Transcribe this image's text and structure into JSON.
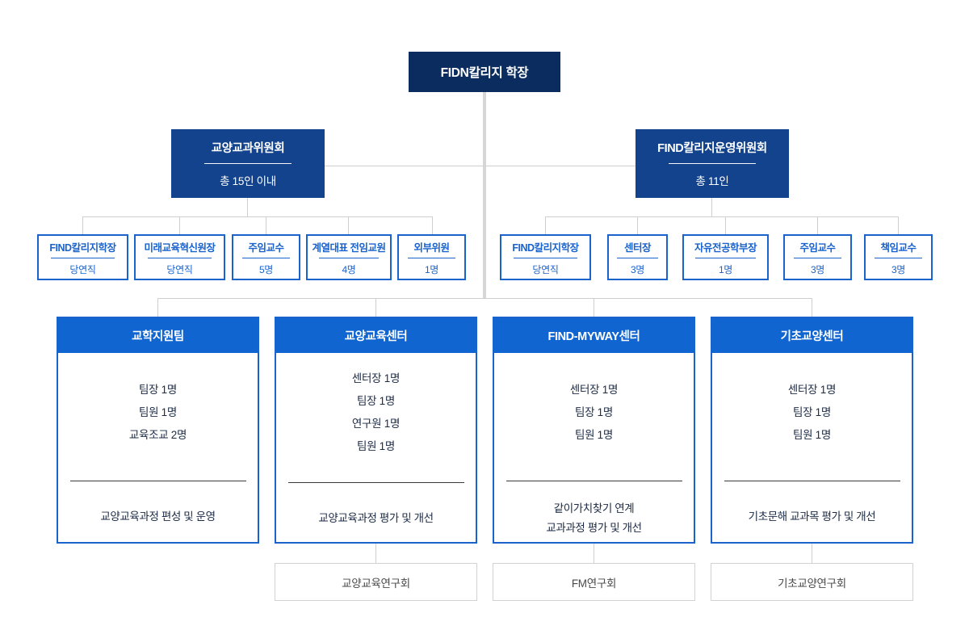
{
  "colors": {
    "dean_bg": "#0a2c5e",
    "committee_bg": "#13438c",
    "dept_header_bg": "#1165d1",
    "border_blue": "#1a62cc",
    "connector_gray": "#cfcfcf",
    "research_border": "#d2d2d2",
    "text_dark": "#1b2a45"
  },
  "dean": {
    "label": "FIDN칼리지 학장"
  },
  "committees": [
    {
      "title": "교양교과위원회",
      "count": "총 15인 이내"
    },
    {
      "title": "FIND칼리지운영위원회",
      "count": "총 11인"
    }
  ],
  "members_left": [
    {
      "title": "FIND칼리지학장",
      "count": "당연직"
    },
    {
      "title": "미래교육혁신원장",
      "count": "당연직"
    },
    {
      "title": "주임교수",
      "count": "5명"
    },
    {
      "title": "계열대표 전임교원",
      "count": "4명"
    },
    {
      "title": "외부위원",
      "count": "1명"
    }
  ],
  "members_right": [
    {
      "title": "FIND칼리지학장",
      "count": "당연직"
    },
    {
      "title": "센터장",
      "count": "3명"
    },
    {
      "title": "자유전공학부장",
      "count": "1명"
    },
    {
      "title": "주임교수",
      "count": "3명"
    },
    {
      "title": "책임교수",
      "count": "3명"
    }
  ],
  "departments": [
    {
      "title": "교학지원팀",
      "staff": [
        "팀장 1명",
        "팀원 1명",
        "교육조교 2명"
      ],
      "functions": [
        "교양교육과정 편성 및 운영"
      ],
      "research": null
    },
    {
      "title": "교양교육센터",
      "staff": [
        "센터장 1명",
        "팀장 1명",
        "연구원 1명",
        "팀원 1명"
      ],
      "functions": [
        "교양교육과정 평가 및 개선"
      ],
      "research": "교양교육연구회"
    },
    {
      "title": "FIND-MYWAY센터",
      "staff": [
        "센터장 1명",
        "팀장 1명",
        "팀원 1명"
      ],
      "functions": [
        "같이가치찾기 연계",
        "교과과정 평가 및 개선"
      ],
      "research": "FM연구회"
    },
    {
      "title": "기초교양센터",
      "staff": [
        "센터장 1명",
        "팀장 1명",
        "팀원 1명"
      ],
      "functions": [
        "기초문해 교과목 평가 및 개선"
      ],
      "research": "기초교양연구회"
    }
  ]
}
